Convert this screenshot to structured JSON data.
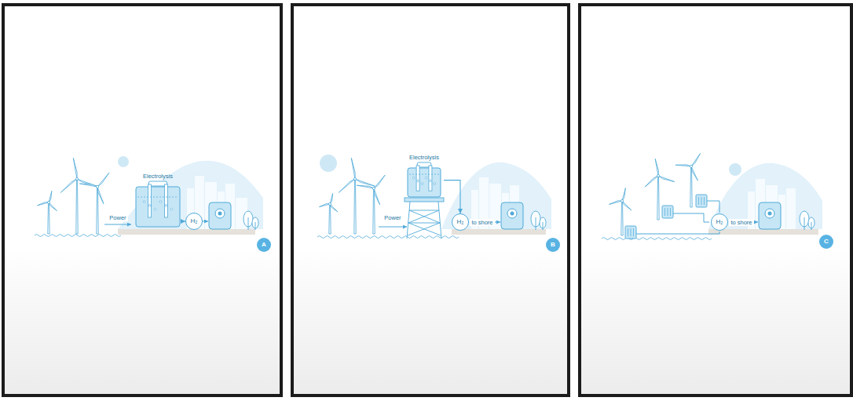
{
  "diagram": {
    "nodes": [
      {
        "text": [
          "Electrolysis"
        ]
      },
      {
        "text": [
          "H₂"
        ]
      },
      {
        "text": [
          "A"
        ]
      },
      {
        "text": [
          "Electrolysis"
        ]
      },
      {
        "text": [
          "H₂"
        ]
      },
      {
        "text": [
          "B"
        ]
      },
      {
        "text": [
          "H₂"
        ]
      },
      {
        "text": [
          "C"
        ]
      }
    ],
    "edges": [
      {
        "from": 0,
        "to": 1,
        "arrow": "to"
      },
      {
        "from": 3,
        "to": 4,
        "arrow": "to"
      }
    ],
    "labels": [
      "Power",
      "Power",
      "to shore",
      "to shore"
    ]
  }
}
